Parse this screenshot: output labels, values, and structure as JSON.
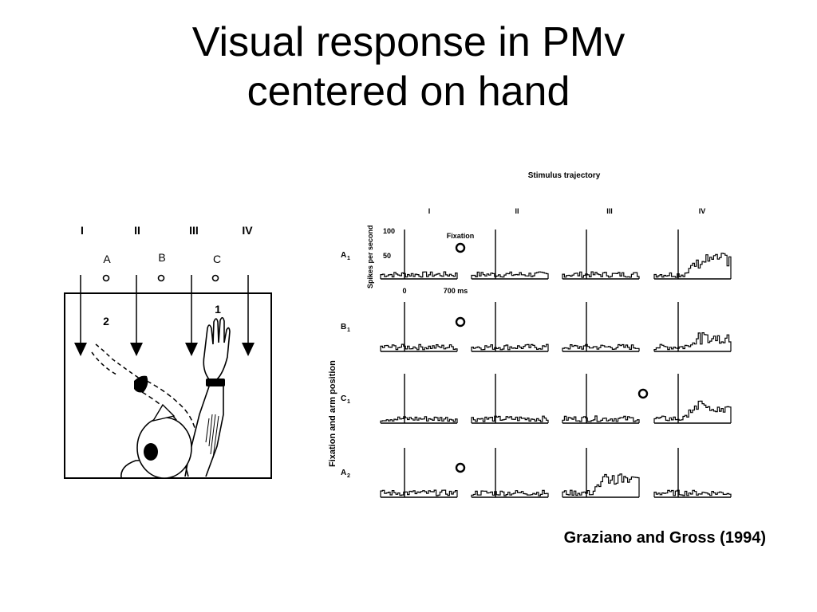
{
  "title": {
    "line1": "Visual response in PMv",
    "line2": "centered on hand"
  },
  "left_figure": {
    "trajectory_labels": [
      "I",
      "II",
      "III",
      "IV"
    ],
    "position_labels": [
      "A",
      "B",
      "C"
    ],
    "arm_position_labels": [
      "2",
      "1"
    ]
  },
  "right_figure": {
    "header": "Stimulus trajectory",
    "column_labels": [
      "I",
      "II",
      "III",
      "IV"
    ],
    "row_labels": [
      "A",
      "B",
      "C",
      "A"
    ],
    "row_subscripts": [
      "1",
      "1",
      "1",
      "2"
    ],
    "y_axis_label": "Spikes per second",
    "y_ticks": [
      "100",
      "50"
    ],
    "x_tick_start": "0",
    "x_tick_end": "700 ms",
    "fixation_label": "Fixation",
    "side_label": "Fixation and arm position"
  },
  "citation": "Graziano and Gross (1994)"
}
